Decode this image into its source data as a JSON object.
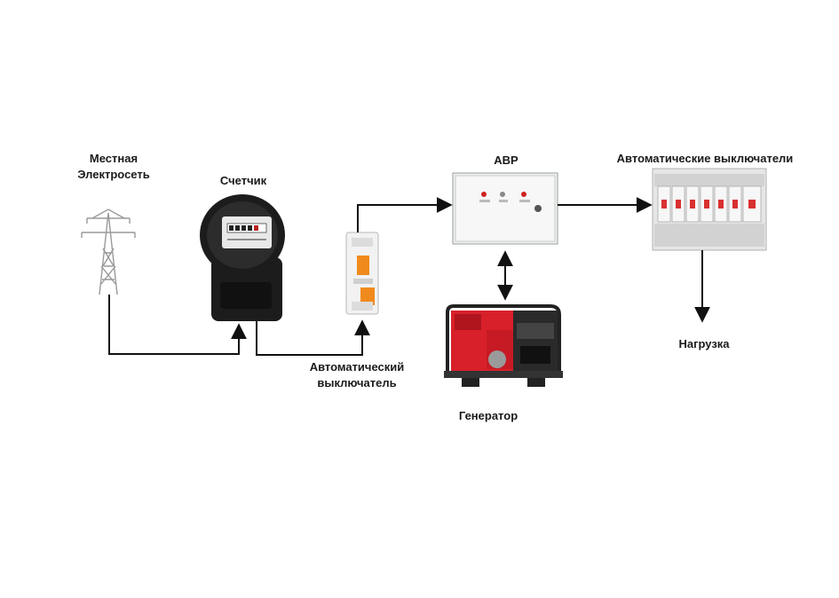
{
  "labels": {
    "grid_line1": "Местная",
    "grid_line2": "Электросеть",
    "meter": "Счетчик",
    "ats": "АВР",
    "breakers": "Автоматические выключатели",
    "breaker_line1": "Автоматический",
    "breaker_line2": "выключатель",
    "generator": "Генератор",
    "load": "Нагрузка"
  },
  "icons": [
    "power-tower-icon",
    "electric-meter-icon",
    "circuit-breaker-icon",
    "ats-cabinet-icon",
    "generator-icon",
    "breaker-panel-icon"
  ],
  "colors": {
    "line": "#111111",
    "breaker_orange": "#f08a1c",
    "generator_red": "#d8202a",
    "meter_body": "#1c1c1c"
  }
}
